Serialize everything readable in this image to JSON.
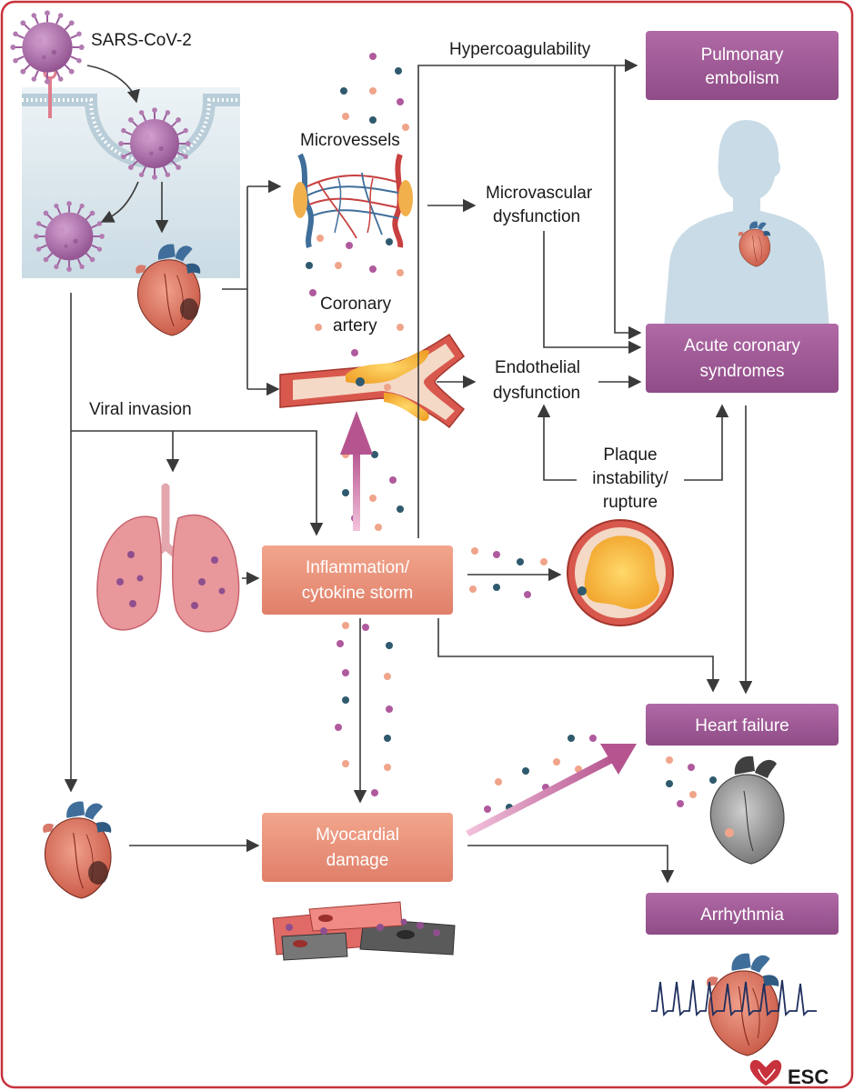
{
  "labels": {
    "sars": "SARS-CoV-2",
    "hypercoag": "Hypercoagulability",
    "microvessels": "Microvessels",
    "microvascular_1": "Microvascular",
    "microvascular_2": "dysfunction",
    "coronary_1": "Coronary",
    "coronary_2": "artery",
    "endothelial_1": "Endothelial",
    "endothelial_2": "dysfunction",
    "viral_invasion": "Viral invasion",
    "plaque_1": "Plaque",
    "plaque_2": "instability/",
    "plaque_3": "rupture"
  },
  "outcome_boxes": {
    "pulmonary_1": "Pulmonary",
    "pulmonary_2": "embolism",
    "acs_1": "Acute coronary",
    "acs_2": "syndromes",
    "heart_failure": "Heart failure",
    "arrhythmia": "Arrhythmia"
  },
  "process_boxes": {
    "inflammation_1": "Inflammation/",
    "inflammation_2": "cytokine storm",
    "myocardial_1": "Myocardial",
    "myocardial_2": "damage"
  },
  "logo": {
    "text": "ESC"
  },
  "colors": {
    "frame": "#c8323c",
    "outcome_box": "#a05a97",
    "process_box": "#e89078",
    "arrow": "#3a3a3a",
    "pink_arrow": "#c66aa6",
    "virus": "#a763a6",
    "body": "#c9dbe6",
    "cell_bg": "#dbe7ed"
  },
  "icons": [
    "virus-icon",
    "heart-icon",
    "lungs-icon",
    "microvessels-illustration",
    "coronary-artery-illustration",
    "plaque-cross-section-icon",
    "myocardial-cells-illustration",
    "human-body-silhouette",
    "ecg-trace-icon",
    "esc-heart-logo-icon"
  ]
}
